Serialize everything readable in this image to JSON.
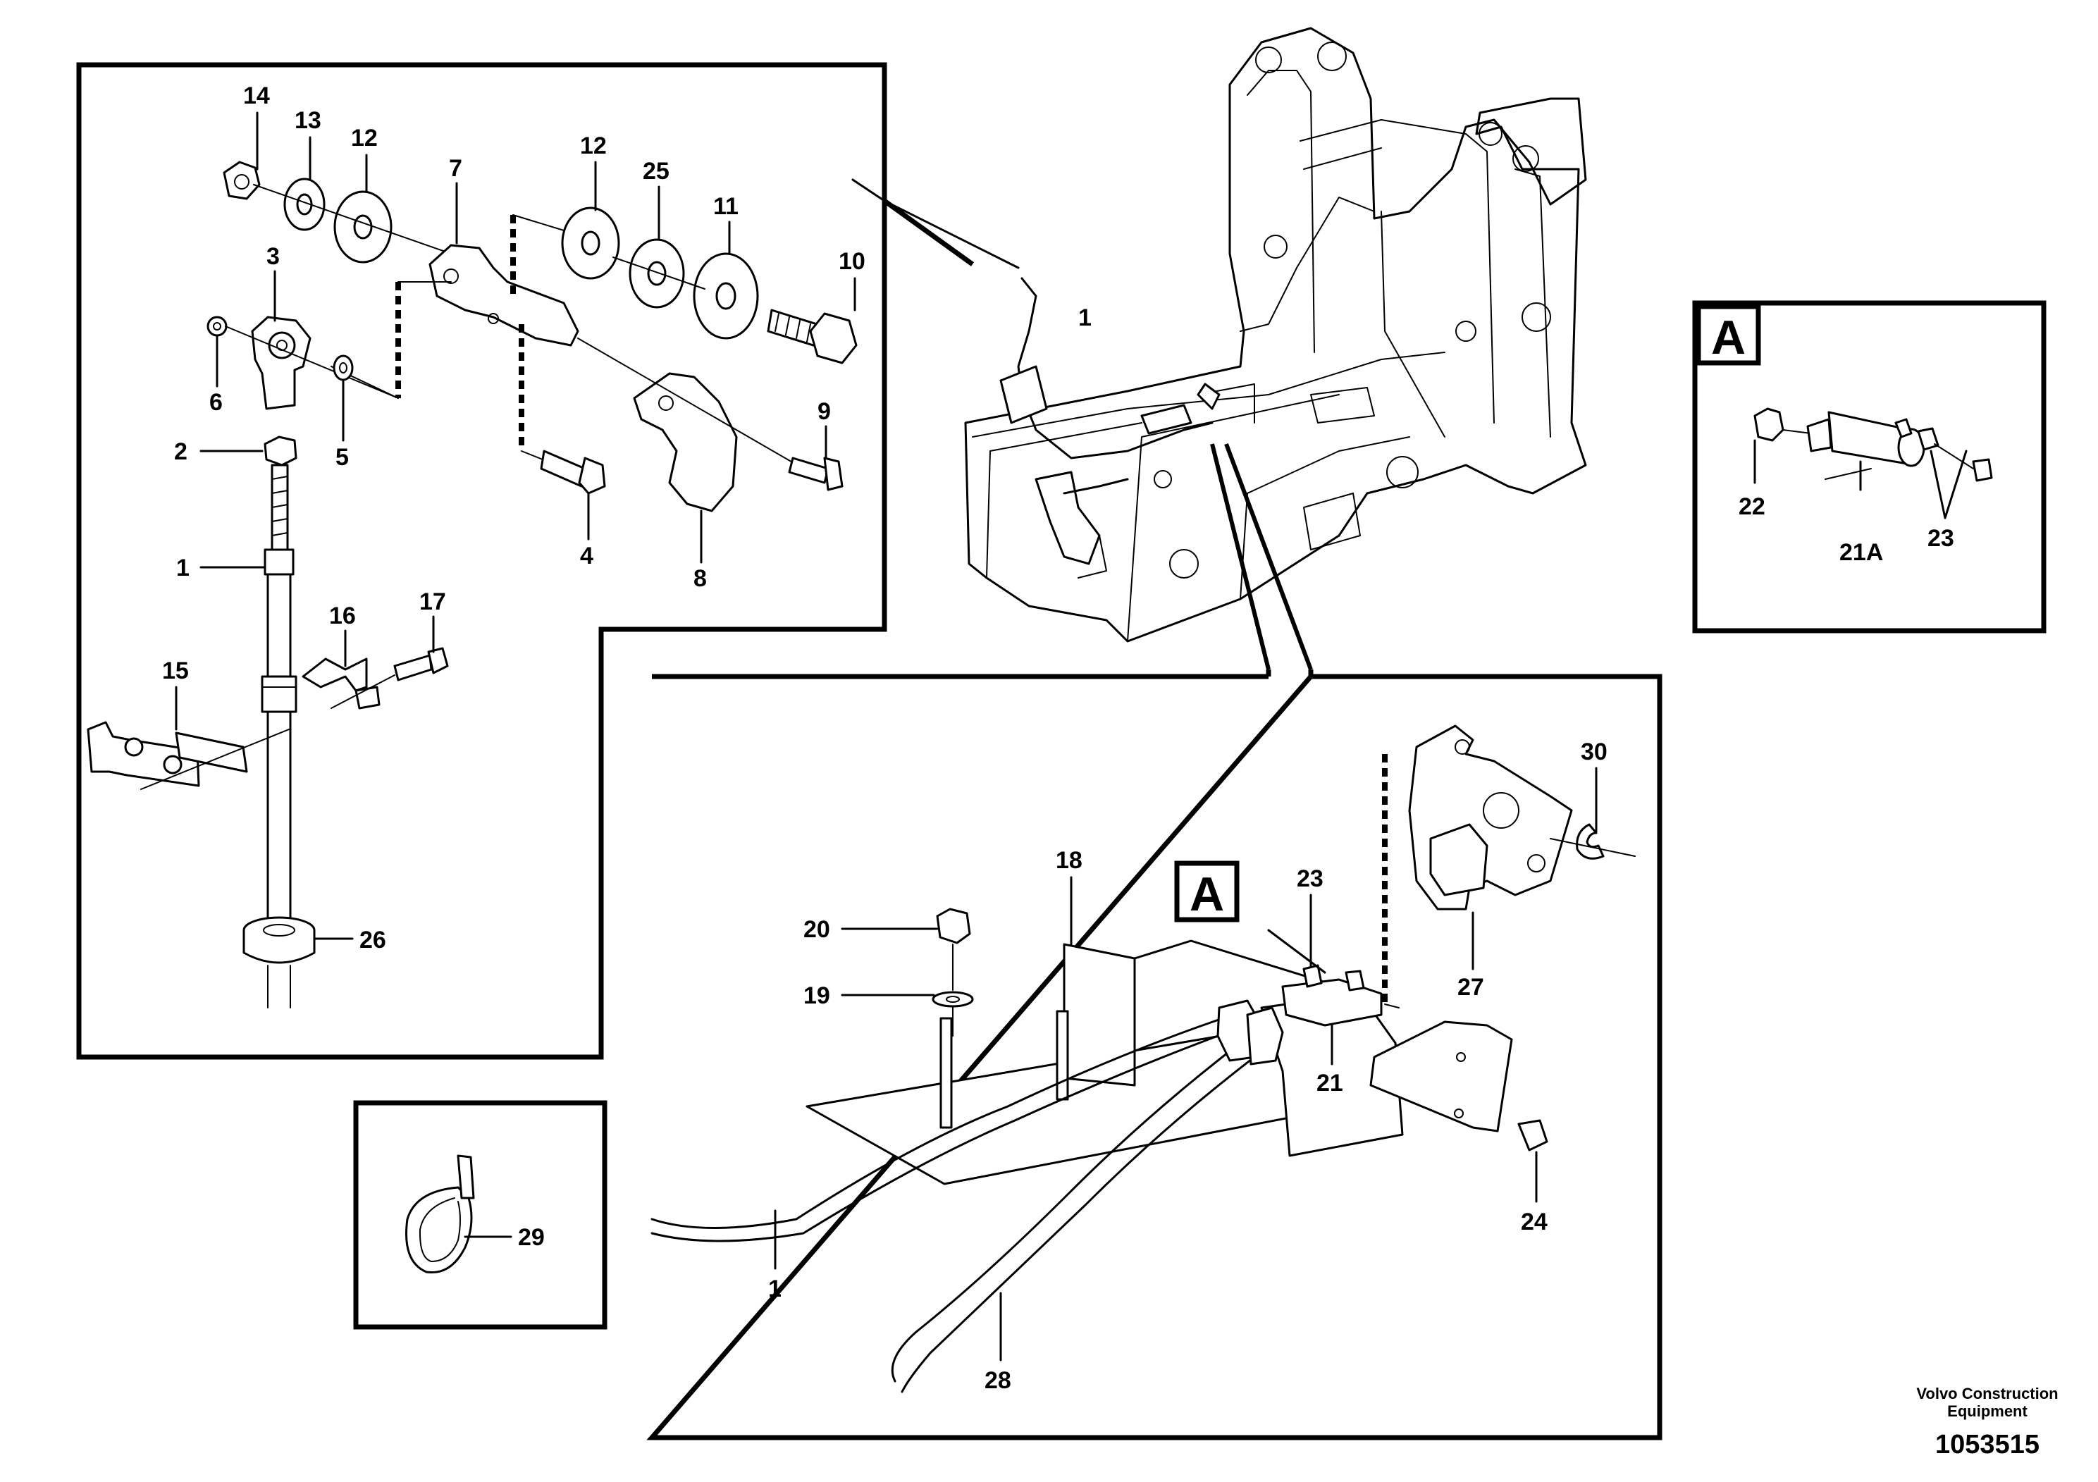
{
  "labels": {
    "l14": "14",
    "l13": "13",
    "l12a": "12",
    "l7": "7",
    "l12b": "12",
    "l25": "25",
    "l11": "11",
    "l10": "10",
    "l3": "3",
    "l6": "6",
    "l9": "9",
    "l2": "2",
    "l5": "5",
    "l1a": "1",
    "l4": "4",
    "l8": "8",
    "l1b": "1",
    "l16": "16",
    "l17": "17",
    "l15": "15",
    "l26": "26",
    "l29": "29",
    "l22": "22",
    "l21A": "21A",
    "l23a": "23",
    "l18": "18",
    "l20": "20",
    "l19": "19",
    "l23b": "23",
    "l30": "30",
    "l27": "27",
    "l21": "21",
    "l24": "24",
    "l1c": "1",
    "l28": "28"
  },
  "detail_box_letter": "A",
  "inset_letter": "A",
  "footer": {
    "company_line1": "Volvo Construction",
    "company_line2": "Equipment",
    "drawing_number": "1053515"
  }
}
